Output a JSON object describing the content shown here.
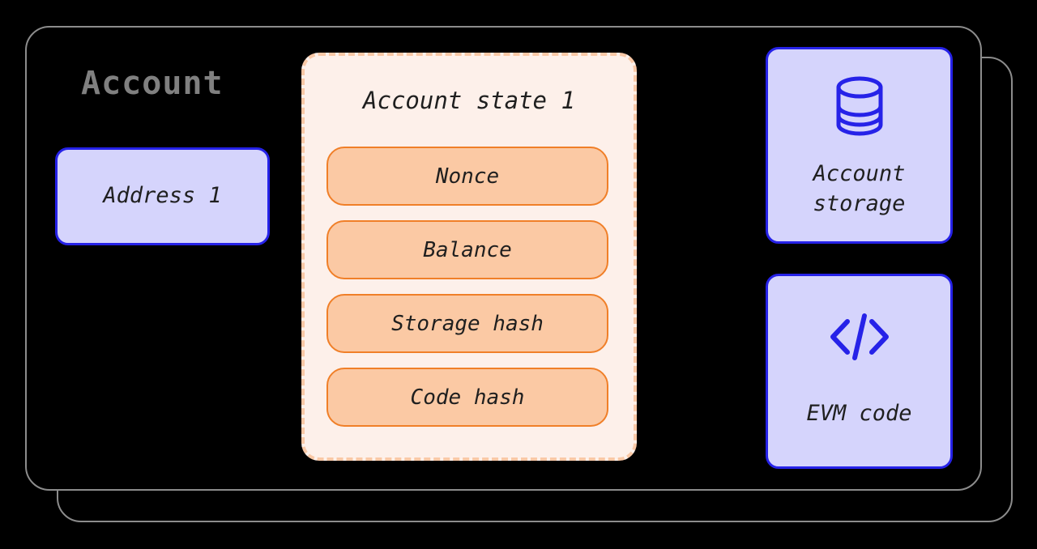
{
  "diagram": {
    "title": "Account",
    "outer_frames": 2,
    "address": {
      "label": "Address 1",
      "fill": "#d5d4fc",
      "border": "#2622e8"
    },
    "account_state": {
      "title": "Account state 1",
      "fill": "#fdf0ea",
      "border": "#f9c8a6",
      "fields": [
        {
          "label": "Nonce"
        },
        {
          "label": "Balance"
        },
        {
          "label": "Storage hash"
        },
        {
          "label": "Code hash"
        }
      ],
      "field_fill": "#fbc9a4",
      "field_border": "#f07f28"
    },
    "side_boxes": [
      {
        "id": "account-storage",
        "label": "Account\nstorage",
        "icon": "database-icon"
      },
      {
        "id": "evm-code",
        "label": "EVM code",
        "icon": "code-icon"
      }
    ],
    "connectors": [
      {
        "from": "Address 1",
        "to": "Account state 1",
        "direction": "right"
      },
      {
        "from": "Storage hash",
        "to": "Account storage",
        "direction": "bidirectional"
      },
      {
        "from": "Code hash",
        "to": "EVM code",
        "direction": "bidirectional"
      }
    ],
    "colors": {
      "frame_stroke": "#8c8c8c",
      "title_text": "#808080",
      "arrow": "#8c8c8c",
      "icon_blue": "#2622e8",
      "background": "#000000"
    }
  }
}
